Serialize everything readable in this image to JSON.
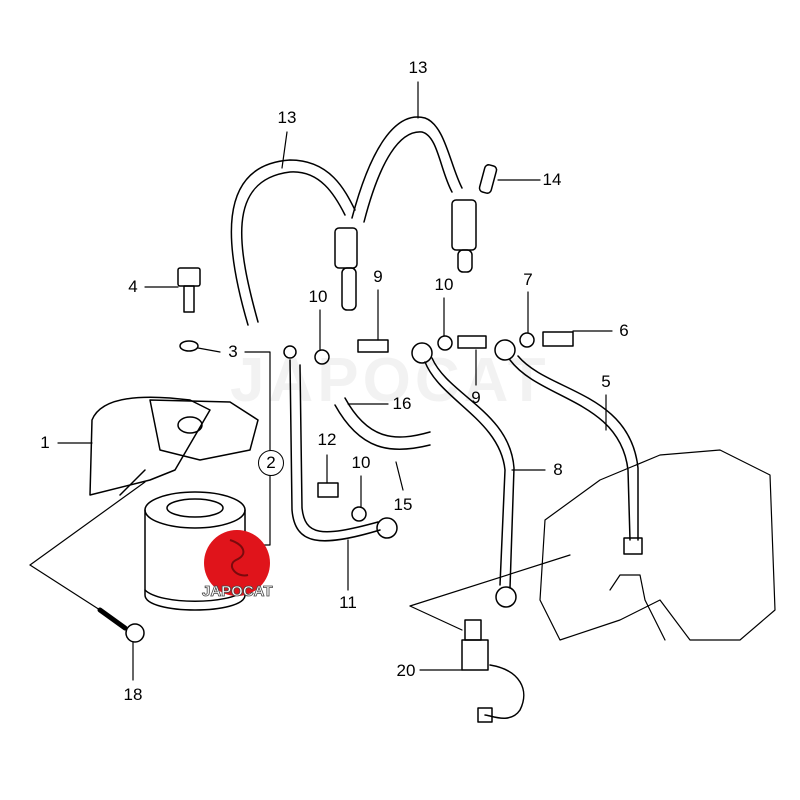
{
  "diagram": {
    "watermark": "JAPOCAT",
    "logo_text": "JAPOCAT",
    "colors": {
      "logo_red": "#e0141b",
      "line": "#000000"
    },
    "callouts": [
      {
        "id": "c13a",
        "text": "13"
      },
      {
        "id": "c13b",
        "text": "13"
      },
      {
        "id": "c14",
        "text": "14"
      },
      {
        "id": "c4",
        "text": "4"
      },
      {
        "id": "c9a",
        "text": "9"
      },
      {
        "id": "c10a",
        "text": "10"
      },
      {
        "id": "c10b",
        "text": "10"
      },
      {
        "id": "c7",
        "text": "7"
      },
      {
        "id": "c6",
        "text": "6"
      },
      {
        "id": "c3",
        "text": "3"
      },
      {
        "id": "c16",
        "text": "16"
      },
      {
        "id": "c9b",
        "text": "9"
      },
      {
        "id": "c5",
        "text": "5"
      },
      {
        "id": "c1",
        "text": "1"
      },
      {
        "id": "c2",
        "text": "2"
      },
      {
        "id": "c12",
        "text": "12"
      },
      {
        "id": "c10c",
        "text": "10"
      },
      {
        "id": "c8",
        "text": "8"
      },
      {
        "id": "c15",
        "text": "15"
      },
      {
        "id": "c11",
        "text": "11"
      },
      {
        "id": "c18",
        "text": "18"
      },
      {
        "id": "c20",
        "text": "20"
      }
    ]
  }
}
